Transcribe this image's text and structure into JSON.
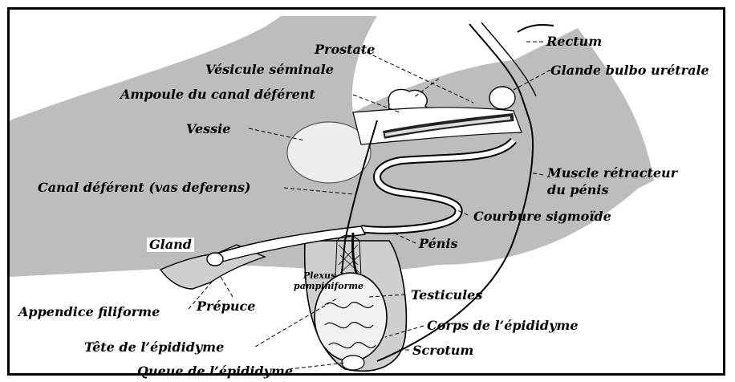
{
  "diagram": {
    "labels": {
      "prostate": "Prostate",
      "vesicule": "Vésicule séminale",
      "ampoule": "Ampoule du canal déférent",
      "vessie": "Vessie",
      "canal": "Canal déférent (vas deferens)",
      "gland": "Gland",
      "appendice": "Appendice filiforme",
      "prepuce": "Prépuce",
      "tete": "Tête de l’épididyme",
      "queue": "Queue de l’épididyme",
      "rectum": "Rectum",
      "glande_bulbo": "Glande bulbo urétrale",
      "muscle_l1": "Muscle rétracteur",
      "muscle_l2": "du pénis",
      "courbure": "Courbure sigmoïde",
      "penis": "Pénis",
      "plexus_l1": "Plexus",
      "plexus_l2": "pampiniforme",
      "testicules": "Testicules",
      "corps": "Corps de l’épididyme",
      "scrotum": "Scrotum"
    }
  }
}
